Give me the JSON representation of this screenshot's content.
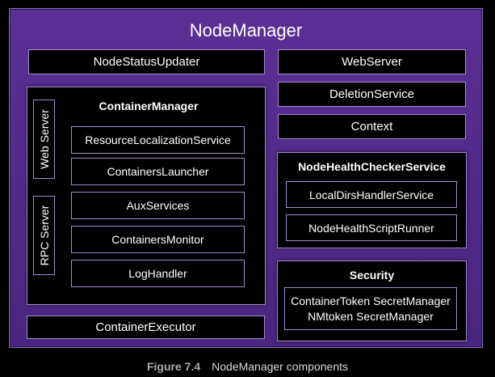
{
  "title": "NodeManager",
  "components": {
    "node_status_updater": "NodeStatusUpdater",
    "web_server": "WebServer",
    "deletion_service": "DeletionService",
    "context": "Context",
    "container_executor": "ContainerExecutor"
  },
  "container_manager": {
    "title": "ContainerManager",
    "side_labels": [
      "Web Server",
      "RPC Server"
    ],
    "items": [
      "ResourceLocalizationService",
      "ContainersLauncher",
      "AuxServices",
      "ContainersMonitor",
      "LogHandler"
    ]
  },
  "health_checker": {
    "title": "NodeHealthCheckerService",
    "items": [
      "LocalDirsHandlerService",
      "NodeHealthScriptRunner"
    ]
  },
  "security": {
    "title": "Security",
    "lines": [
      "ContainerToken SecretManager",
      "NMtoken SecretManager"
    ]
  },
  "caption": {
    "label": "Figure 7.4",
    "text": "NodeManager components"
  }
}
